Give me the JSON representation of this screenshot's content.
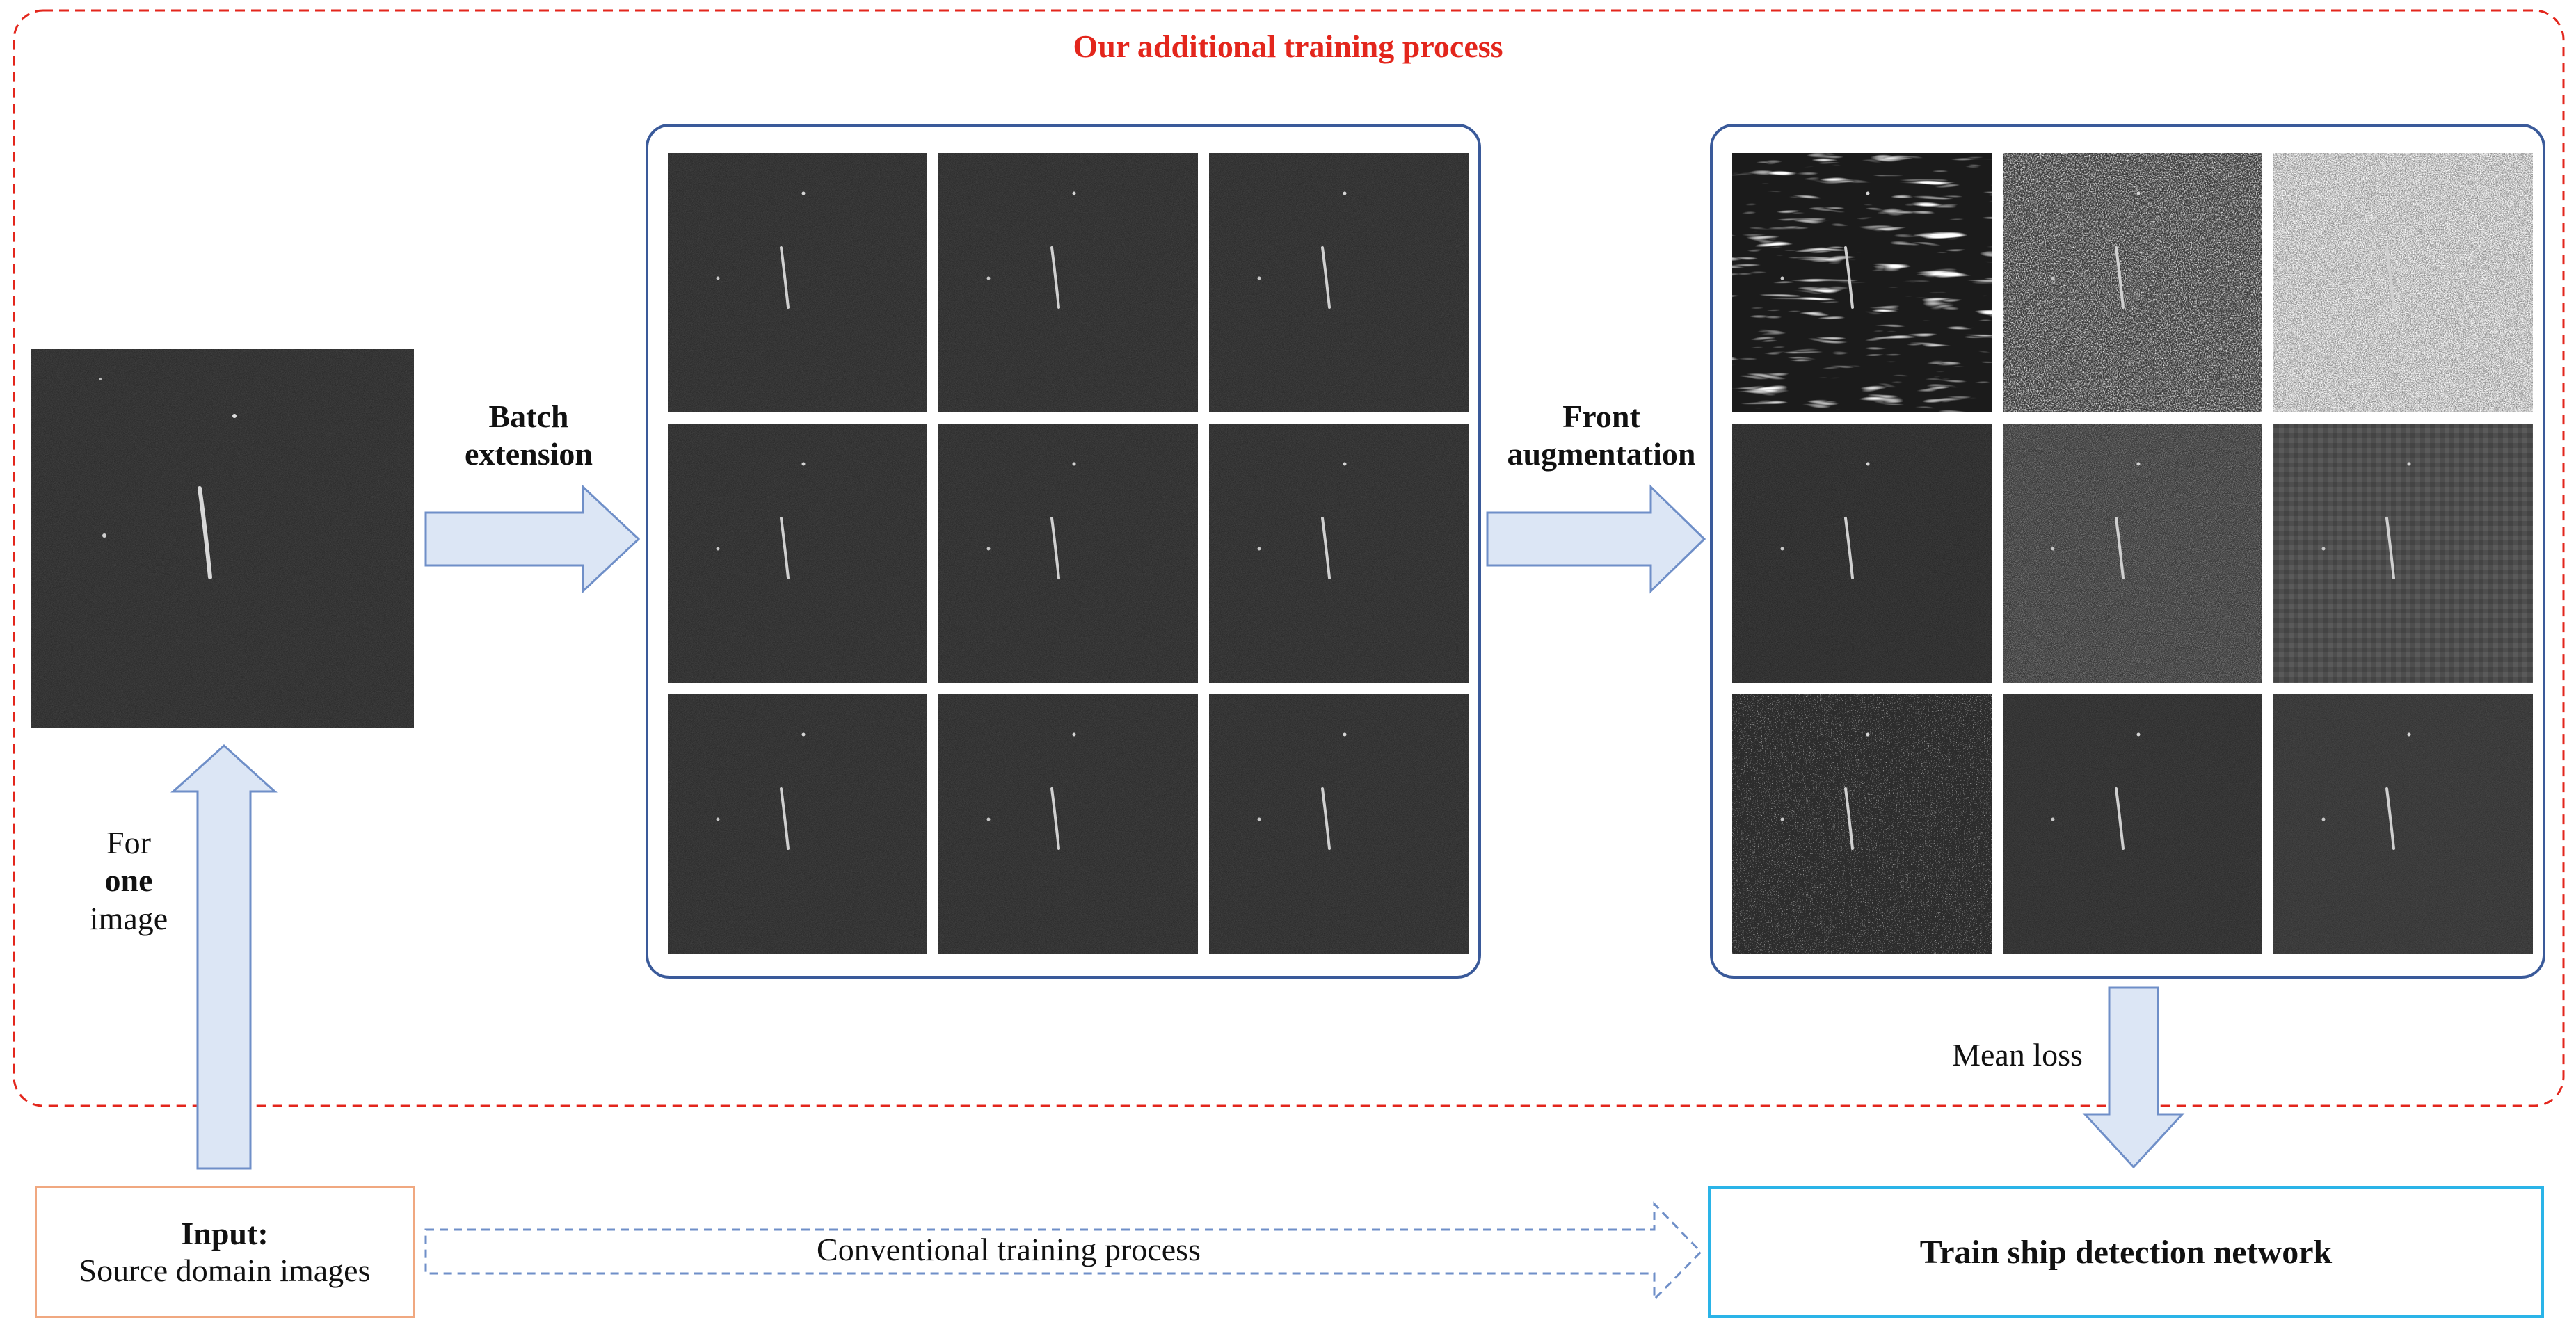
{
  "title": "Our additional training process",
  "labels": {
    "batch_line1": "Batch",
    "batch_line2": "extension",
    "front_line1": "Front",
    "front_line2": "augmentation",
    "for_line1": "For",
    "for_line2": "one",
    "for_line3": "image",
    "mean_loss": "Mean loss",
    "conventional": "Conventional training process"
  },
  "input_box": {
    "title": "Input:",
    "subtitle": "Source domain images"
  },
  "output_box": {
    "label": "Train ship detection network"
  },
  "colors": {
    "dashed_region": "#e3261c",
    "title": "#e3261c",
    "panel_border": "#3a5a9a",
    "arrow_fill": "#dce6f5",
    "arrow_stroke": "#6f8fc8",
    "input_border": "#f0a880",
    "output_border": "#2ab4e8"
  },
  "augmentation_tiles": [
    {
      "name": "streaks",
      "bg": "#1b1b1b",
      "noise": "streak"
    },
    {
      "name": "heavy-noise",
      "bg": "#3a3a3a",
      "noise": "heavy"
    },
    {
      "name": "bright-noise",
      "bg": "#8c8c8c",
      "noise": "bright"
    },
    {
      "name": "plain",
      "bg": "#232323",
      "noise": "light"
    },
    {
      "name": "grain",
      "bg": "#3a3a3a",
      "noise": "grain"
    },
    {
      "name": "grid",
      "bg": "#4e4e4e",
      "noise": "grid"
    },
    {
      "name": "speckle",
      "bg": "#2c2c2c",
      "noise": "speckle"
    },
    {
      "name": "plain-2",
      "bg": "#262626",
      "noise": "light"
    },
    {
      "name": "plain-3",
      "bg": "#2d2d2d",
      "noise": "light"
    }
  ]
}
